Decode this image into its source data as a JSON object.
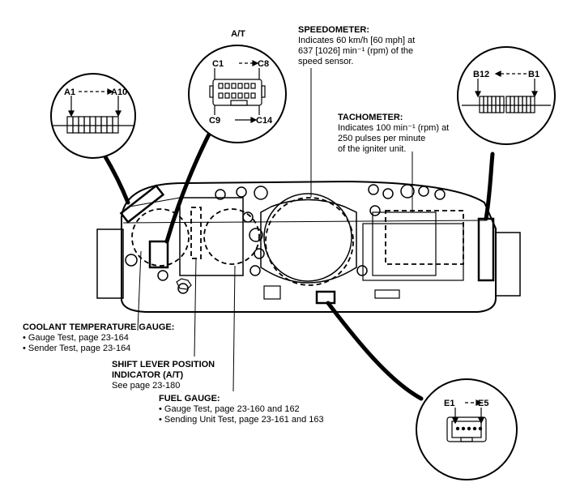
{
  "at_label": "A/T",
  "connectors": {
    "a": {
      "from": "A1",
      "to": "A10"
    },
    "c": {
      "top_from": "C1",
      "top_to": "C8",
      "bottom_from": "C9",
      "bottom_to": "C14"
    },
    "b": {
      "from": "B12",
      "to": "B1"
    },
    "e": {
      "from": "E1",
      "to": "E5"
    }
  },
  "speedometer": {
    "title": "SPEEDOMETER:",
    "lines": [
      "Indicates 60 km/h [60 mph] at",
      "637 [1026] min⁻¹ (rpm) of the",
      "speed sensor."
    ]
  },
  "tachometer": {
    "title": "TACHOMETER:",
    "lines": [
      "Indicates 100 min⁻¹ (rpm) at",
      "250 pulses per minute",
      "of the igniter unit."
    ]
  },
  "coolant": {
    "title": "COOLANT TEMPERATURE GAUGE:",
    "lines": [
      "• Gauge Test, page 23-164",
      "• Sender Test, page 23-164"
    ]
  },
  "shift": {
    "title_1": "SHIFT LEVER POSITION",
    "title_2": "INDICATOR (A/T)",
    "lines": [
      "See page 23-180"
    ]
  },
  "fuel": {
    "title": "FUEL GAUGE:",
    "lines": [
      "• Gauge Test, page 23-160 and 162",
      "• Sending Unit Test, page 23-161  and 163"
    ]
  }
}
